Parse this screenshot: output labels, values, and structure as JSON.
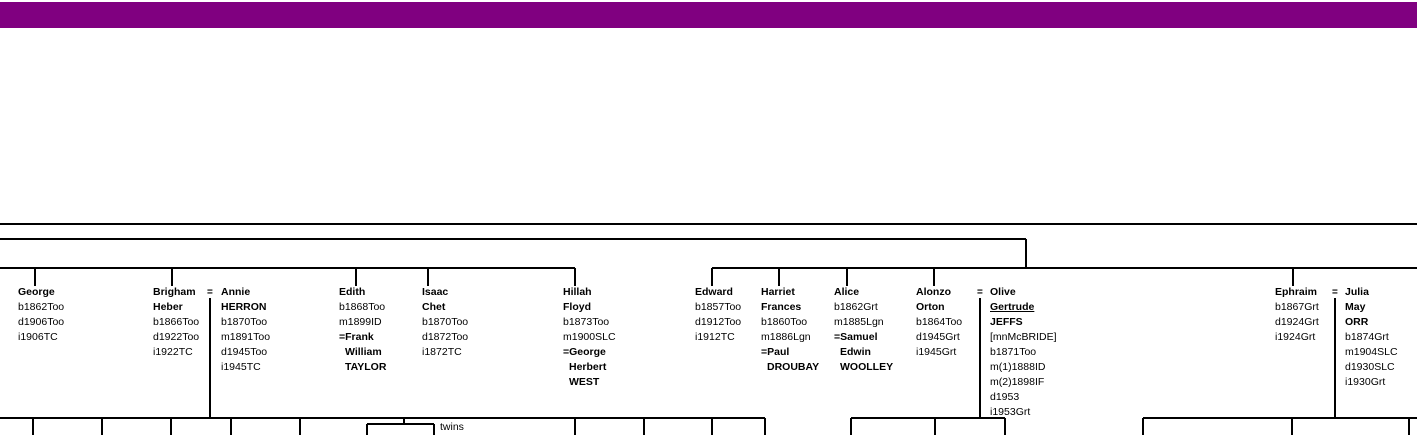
{
  "header": {
    "bar_color": "#800080"
  },
  "people": [
    {
      "id": "george",
      "lines": [
        [
          "George",
          "b"
        ],
        [
          "b1862Too",
          ""
        ],
        [
          "d1906Too",
          ""
        ],
        [
          "i1906TC",
          ""
        ]
      ]
    },
    {
      "id": "brigham",
      "lines": [
        [
          "Brigham",
          "b"
        ],
        [
          "Heber",
          "b"
        ],
        [
          "b1866Too",
          ""
        ],
        [
          "d1922Too",
          ""
        ],
        [
          "i1922TC",
          ""
        ]
      ]
    },
    {
      "id": "annie",
      "lines": [
        [
          "Annie",
          "b"
        ],
        [
          "HERRON",
          "b"
        ],
        [
          "b1870Too",
          ""
        ],
        [
          "m1891Too",
          ""
        ],
        [
          "d1945Too",
          ""
        ],
        [
          "i1945TC",
          ""
        ]
      ]
    },
    {
      "id": "edith",
      "lines": [
        [
          "Edith",
          "b"
        ],
        [
          "b1868Too",
          ""
        ],
        [
          "m1899ID",
          ""
        ],
        [
          "=Frank",
          "b"
        ],
        [
          "William",
          "b ind"
        ],
        [
          "TAYLOR",
          "b ind"
        ]
      ]
    },
    {
      "id": "isaac",
      "lines": [
        [
          "Isaac",
          "b"
        ],
        [
          "Chet",
          "b"
        ],
        [
          "b1870Too",
          ""
        ],
        [
          "d1872Too",
          ""
        ],
        [
          "i1872TC",
          ""
        ]
      ]
    },
    {
      "id": "hillah",
      "lines": [
        [
          "Hillah",
          "b"
        ],
        [
          "Floyd",
          "b"
        ],
        [
          "b1873Too",
          ""
        ],
        [
          "m1900SLC",
          ""
        ],
        [
          "=George",
          "b"
        ],
        [
          "Herbert",
          "b ind"
        ],
        [
          "WEST",
          "b ind"
        ]
      ]
    },
    {
      "id": "edward",
      "lines": [
        [
          "Edward",
          "b"
        ],
        [
          "b1857Too",
          ""
        ],
        [
          "d1912Too",
          ""
        ],
        [
          "i1912TC",
          ""
        ]
      ]
    },
    {
      "id": "harriet",
      "lines": [
        [
          "Harriet",
          "b"
        ],
        [
          "Frances",
          "b"
        ],
        [
          "b1860Too",
          ""
        ],
        [
          "m1886Lgn",
          ""
        ],
        [
          "=Paul",
          "b"
        ],
        [
          "DROUBAY",
          "b ind"
        ]
      ]
    },
    {
      "id": "alice",
      "lines": [
        [
          "Alice",
          "b"
        ],
        [
          "b1862Grt",
          ""
        ],
        [
          "m1885Lgn",
          ""
        ],
        [
          "=Samuel",
          "b"
        ],
        [
          "Edwin",
          "b ind"
        ],
        [
          "WOOLLEY",
          "b ind"
        ]
      ]
    },
    {
      "id": "alonzo",
      "lines": [
        [
          "Alonzo",
          "b"
        ],
        [
          "Orton",
          "b"
        ],
        [
          "b1864Too",
          ""
        ],
        [
          "d1945Grt",
          ""
        ],
        [
          "i1945Grt",
          ""
        ]
      ]
    },
    {
      "id": "olive",
      "lines": [
        [
          "Olive",
          "b"
        ],
        [
          "Gertrude",
          "b u"
        ],
        [
          "JEFFS",
          "b"
        ],
        [
          "[mnMcBRIDE]",
          ""
        ],
        [
          "b1871Too",
          ""
        ],
        [
          "m(1)1888ID",
          ""
        ],
        [
          "m(2)1898IF",
          ""
        ],
        [
          "d1953",
          ""
        ],
        [
          "i1953Grt",
          ""
        ]
      ]
    },
    {
      "id": "ephraim",
      "lines": [
        [
          "Ephraim",
          "b"
        ],
        [
          "b1867Grt",
          ""
        ],
        [
          "d1924Grt",
          ""
        ],
        [
          "i1924Grt",
          ""
        ]
      ]
    },
    {
      "id": "julia",
      "lines": [
        [
          "Julia",
          "b"
        ],
        [
          "May",
          "b"
        ],
        [
          "ORR",
          "b"
        ],
        [
          "b1874Grt",
          ""
        ],
        [
          "m1904SLC",
          ""
        ],
        [
          "d1930SLC",
          ""
        ],
        [
          "i1930Grt",
          ""
        ]
      ]
    }
  ],
  "marriage_symbol": "=",
  "twins_label": "twins"
}
